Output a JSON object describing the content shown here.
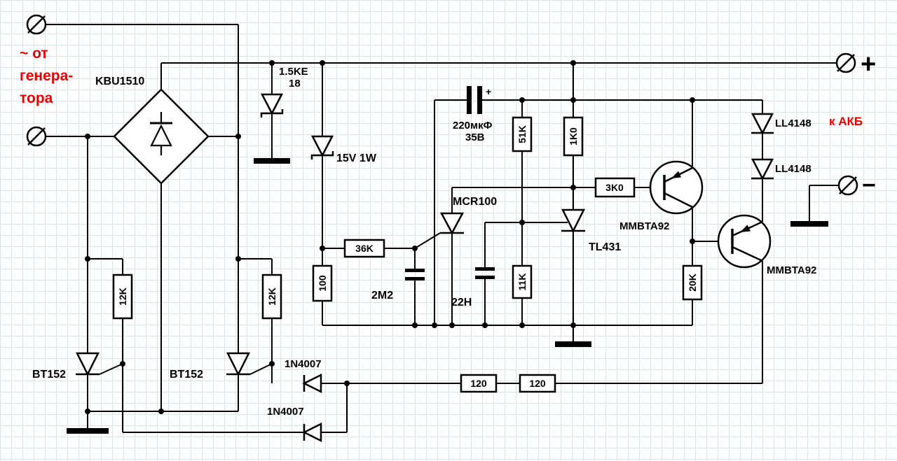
{
  "colors": {
    "wire": "#000000",
    "accent_red": "#ea0000",
    "grid": "#dde1e4",
    "background": "#ffffff"
  },
  "io": {
    "gen1": "~ от",
    "gen2": "генера-",
    "gen3": "тора",
    "battery": "к АКБ",
    "plus": "+",
    "minus": "−"
  },
  "labels": {
    "bridge": "KBU1510",
    "tvs1": "1.5KE",
    "tvs2": "18",
    "zener": "15V 1W",
    "cap_value": "220мкФ",
    "cap_voltage": "35В",
    "cap_plus": "+",
    "mcr": "MCR100",
    "q1": "MMBTA92",
    "q2": "MMBTA92",
    "tl431": "TL431",
    "d1": "LL4148",
    "d2": "LL4148",
    "c2m2": "2M2",
    "c22n": "22H",
    "scr_left": "BT152",
    "scr_right": "BT152",
    "dn1": "1N4007",
    "dn2": "1N4007",
    "r51k": "51K",
    "r1k0": "1K0",
    "r3k0": "3K0",
    "r36k": "36K",
    "r100": "100",
    "r11k": "11K",
    "r20k": "20K",
    "r12k_left": "12K",
    "r12k_right": "12K",
    "r120_a": "120",
    "r120_b": "120"
  }
}
